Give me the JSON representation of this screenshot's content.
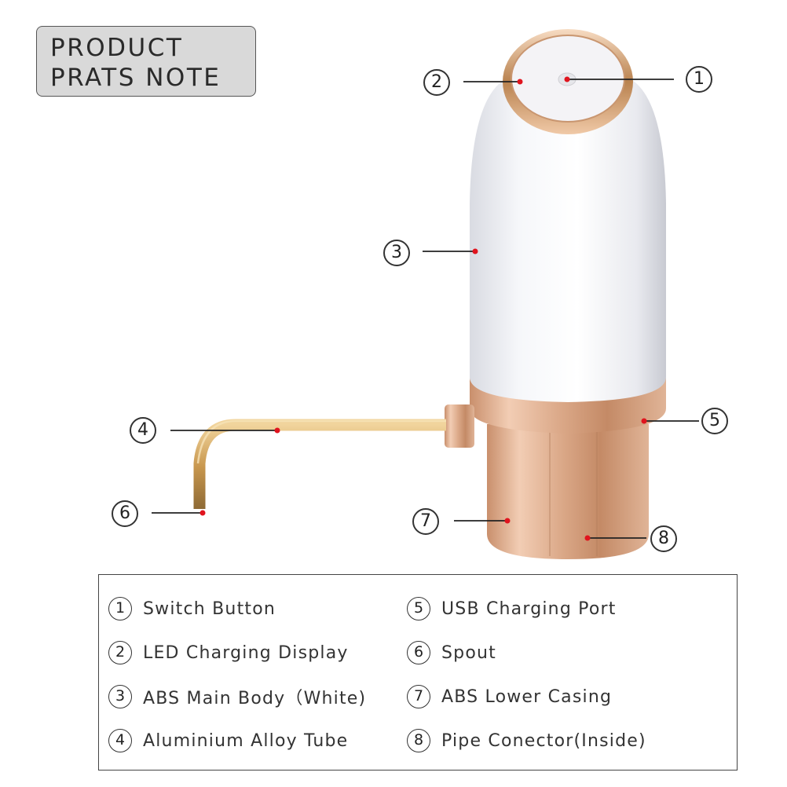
{
  "title": {
    "line1": "PRODUCT",
    "line2": "PRATS NOTE"
  },
  "colors": {
    "accent_dot": "#e0141e",
    "gold": "#c9926e",
    "body_white": "#f7f7f9"
  },
  "callouts": [
    {
      "num": "1",
      "label": "Switch Button"
    },
    {
      "num": "2",
      "label": "LED Charging Display"
    },
    {
      "num": "3",
      "label": "ABS Main Body（White)"
    },
    {
      "num": "4",
      "label": "Aluminium Alloy Tube"
    },
    {
      "num": "5",
      "label": "USB Charging Port"
    },
    {
      "num": "6",
      "label": "Spout"
    },
    {
      "num": "7",
      "label": "ABS Lower Casing"
    },
    {
      "num": "8",
      "label": "Pipe Conector(Inside)"
    }
  ]
}
